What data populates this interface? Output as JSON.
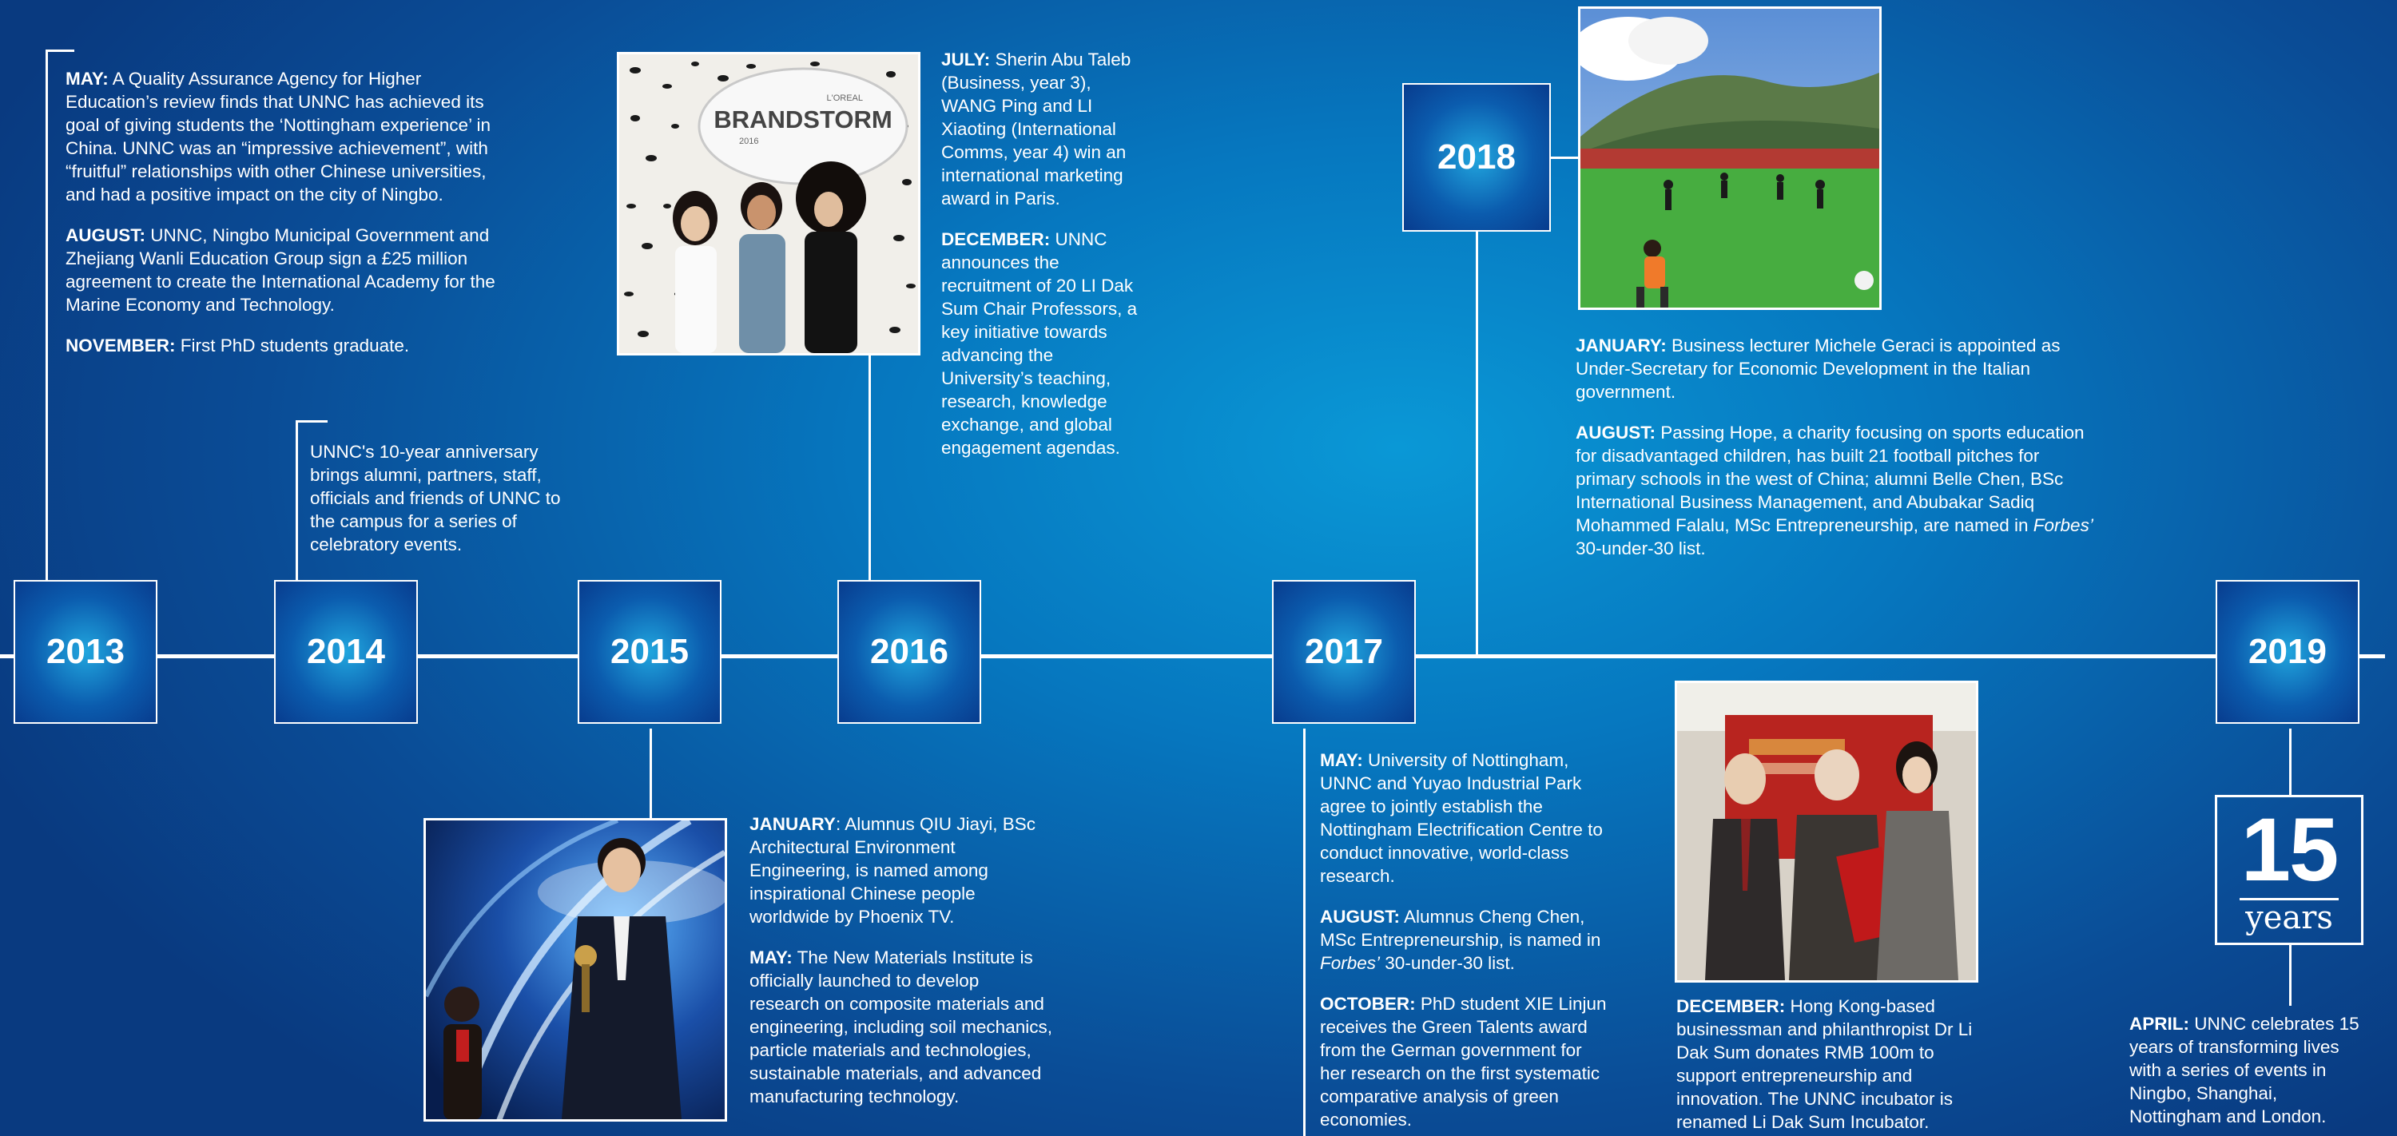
{
  "years": [
    "2013",
    "2014",
    "2015",
    "2016",
    "2017",
    "2018",
    "2019"
  ],
  "photo_2016": {
    "sign_brand": "L'OREAL",
    "sign_text": "BRANDSTORM",
    "sign_year": "2016"
  },
  "text_2013": {
    "may_label": "MAY:",
    "may_text": "A Quality Assurance Agency for Higher Education’s review finds that UNNC has achieved its goal of giving students the ‘Nottingham experience’ in China. UNNC was an “impressive achievement”, with “fruitful” relationships with other Chinese universities, and had a positive impact on the city of Ningbo.",
    "aug_label": "AUGUST:",
    "aug_text": "UNNC, Ningbo Municipal Government and Zhejiang Wanli Education Group sign a £25 million agreement to create the International Academy for the Marine Economy and Technology.",
    "nov_label": "NOVEMBER:",
    "nov_text": "First PhD students graduate."
  },
  "text_2014": {
    "body": "UNNC's 10-year anniversary brings alumni, partners, staff, officials and friends of UNNC to the campus for a series of celebratory events."
  },
  "text_2015": {
    "jan_label": "JANUARY",
    "jan_text": ": Alumnus QIU Jiayi, BSc Architectural Environment Engineering, is named among inspirational Chinese people worldwide by Phoenix TV.",
    "may_label": "MAY:",
    "may_text": "The New Materials Institute is officially launched to develop research on composite materials and engineering, including soil mechanics, particle materials and technologies, sustainable materials, and advanced manufacturing technology."
  },
  "text_2016": {
    "jul_label": "JULY:",
    "jul_text": "Sherin Abu Taleb (Business, year 3), WANG Ping and LI Xiaoting (International Comms, year 4) win an international marketing award in Paris.",
    "dec_label": "DECEMBER:",
    "dec_text": "UNNC announces the recruitment of 20 LI Dak Sum Chair Professors, a key initiative towards advancing the University’s teaching, research, knowledge exchange, and global engagement agendas."
  },
  "text_2017": {
    "may_label": "MAY:",
    "may_text": "University of Nottingham, UNNC and Yuyao Industrial Park agree to jointly establish the Nottingham Electrification Centre to conduct innovative, world-class research.",
    "aug_label": "AUGUST:",
    "aug_text_a": "Alumnus Cheng Chen, MSc Entrepreneurship, is named in",
    "aug_italic": "Forbes’",
    "aug_text_b": "30-under-30 list.",
    "oct_label": "OCTOBER:",
    "oct_text": "PhD student XIE Linjun receives the Green Talents award from the German government for her research on the first systematic comparative analysis of green economies.",
    "dec_label": "DECEMBER:",
    "dec_text": "Hong Kong-based businessman and philanthropist Dr Li Dak Sum donates RMB 100m to support entrepreneurship and innovation. The UNNC incubator is renamed Li Dak Sum Incubator."
  },
  "text_2018": {
    "jan_label": "JANUARY:",
    "jan_text": "Business lecturer Michele Geraci is appointed as Under-Secretary for Economic Development in the Italian government.",
    "aug_label": "AUGUST:",
    "aug_text_a": "Passing Hope, a charity focusing on sports education for disadvantaged children, has built 21 football pitches for primary schools in the west of China; alumni Belle Chen, BSc International Business Management, and Abubakar Sadiq Mohammed Falalu, MSc Entrepreneurship, are named in",
    "aug_italic": "Forbes’",
    "aug_text_b": "30-under-30 list."
  },
  "text_2019": {
    "apr_label": "APRIL:",
    "apr_text": "UNNC celebrates 15 years of transforming lives with a series of events in Ningbo, Shanghai, Nottingham and London."
  },
  "badge": {
    "number": "15",
    "word": "years"
  }
}
